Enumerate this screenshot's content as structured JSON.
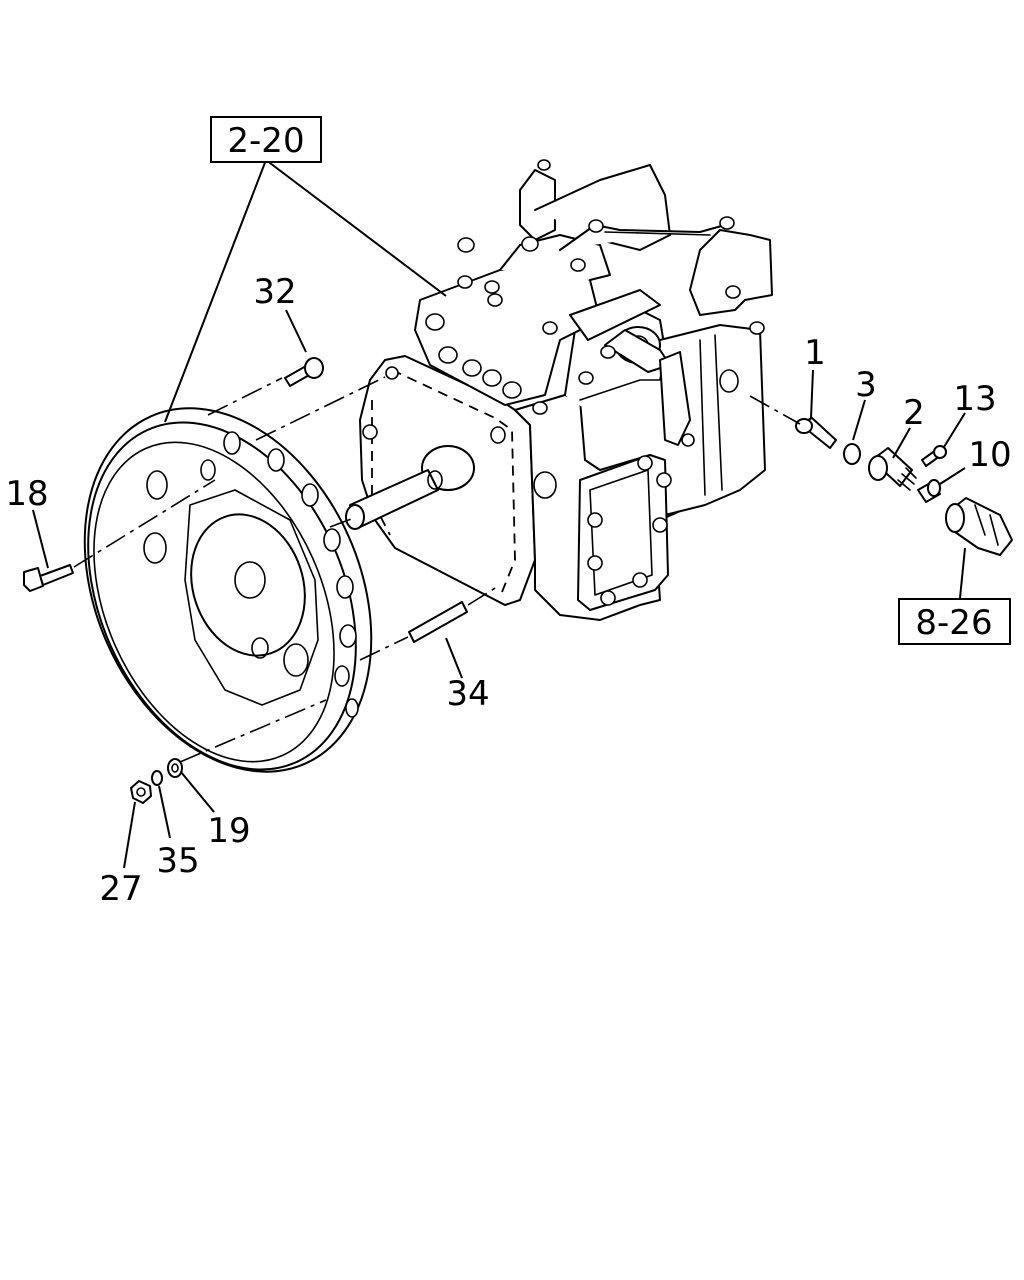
{
  "references": {
    "group_top": "2-20",
    "group_right": "8-26"
  },
  "callouts": {
    "p1": "1",
    "p2": "2",
    "p3": "3",
    "p10": "10",
    "p13": "13",
    "p18": "18",
    "p19": "19",
    "p27": "27",
    "p32": "32",
    "p34": "34",
    "p35": "35"
  }
}
